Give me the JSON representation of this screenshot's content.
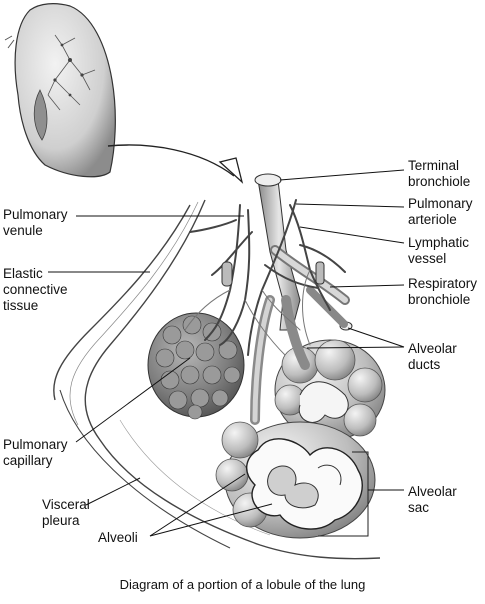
{
  "caption": "Diagram of a portion of a lobule of the lung",
  "labels": {
    "terminal_bronchiole": "Terminal\nbronchiole",
    "pulmonary_arteriole": "Pulmonary\narteriole",
    "lymphatic_vessel": "Lymphatic\nvessel",
    "respiratory_bronchiole": "Respiratory\nbronchiole",
    "alveolar_ducts": "Alveolar\nducts",
    "alveolar_sac": "Alveolar\nsac",
    "pulmonary_venule": "Pulmonary\nvenule",
    "elastic_connective_tissue": "Elastic\nconnective\ntissue",
    "pulmonary_capillary": "Pulmonary\ncapillary",
    "visceral_pleura": "Visceral\npleura",
    "alveoli": "Alveoli"
  },
  "colors": {
    "ink": "#111111",
    "shade_light": "#d9d9d9",
    "shade_mid": "#a9a9a9",
    "shade_dark": "#6e6e6e"
  }
}
